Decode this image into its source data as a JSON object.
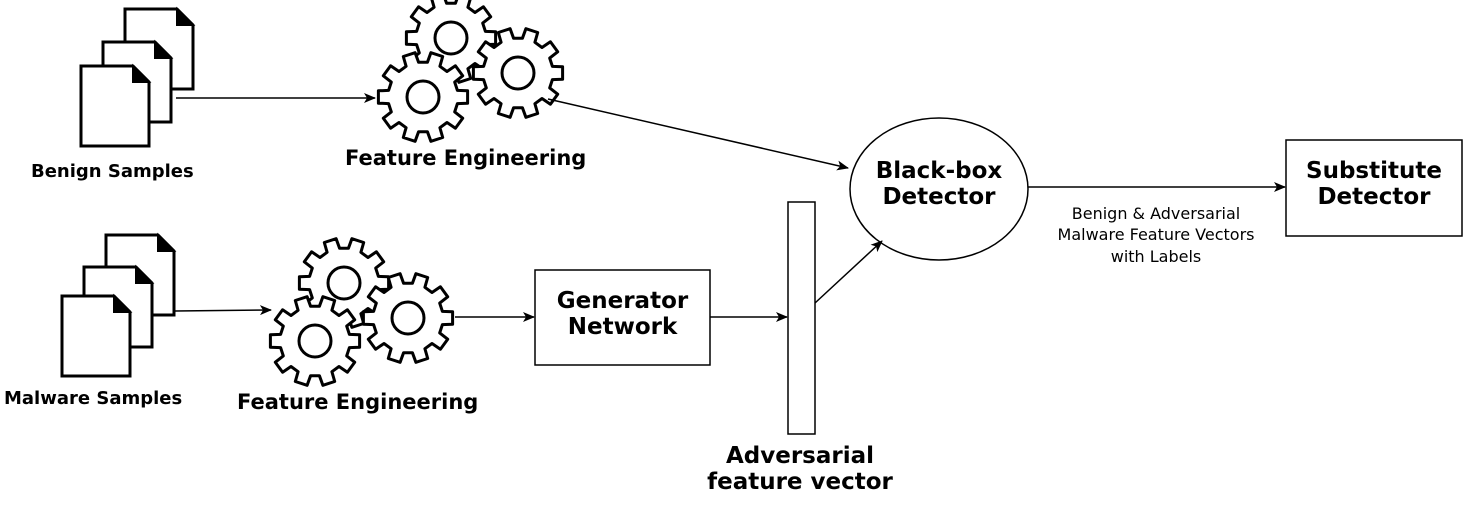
{
  "nodes": {
    "benign_samples": "Benign Samples",
    "malware_samples": "Malware Samples",
    "feature_engineering_top": "Feature Engineering",
    "feature_engineering_bottom": "Feature Engineering",
    "generator_network": [
      "Generator",
      "Network"
    ],
    "adversarial_feature_vector": [
      "Adversarial",
      "feature vector"
    ],
    "black_box_detector": [
      "Black-box",
      "Detector"
    ],
    "substitute_detector": [
      "Substitute",
      "Detector"
    ]
  },
  "edges": {
    "output_label": [
      "Benign & Adversarial",
      "Malware Feature Vectors",
      "with Labels"
    ]
  },
  "icons": {
    "document": "document-stack-icon",
    "gear": "gear-cluster-icon"
  },
  "colors": {
    "stroke": "#000000",
    "background": "#ffffff"
  }
}
